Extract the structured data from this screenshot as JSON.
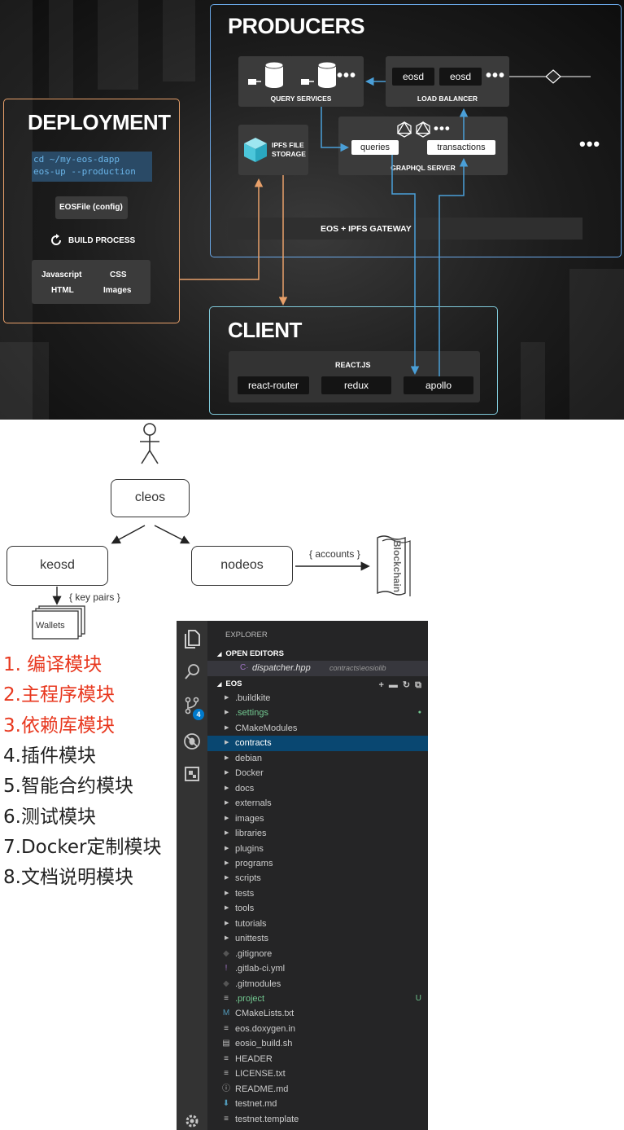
{
  "architecture": {
    "producers": {
      "title": "PRODUCERS",
      "query_services": "QUERY SERVICES",
      "eosd_1": "eosd",
      "eosd_2": "eosd",
      "load_balancer": "LOAD BALANCER",
      "ipfs_line1": "IPFS FILE",
      "ipfs_line2": "STORAGE",
      "queries": "queries",
      "transactions": "transactions",
      "graphql_server": "GRAPHQL SERVER",
      "gateway": "EOS + IPFS GATEWAY"
    },
    "deployment": {
      "title": "DEPLOYMENT",
      "cmd_line1": "cd ~/my-eos-dapp",
      "cmd_line2": "eos-up --production",
      "eosfile": "EOSFile (config)",
      "build_process": "BUILD PROCESS",
      "asset_javascript": "Javascript",
      "asset_css": "CSS",
      "asset_html": "HTML",
      "asset_images": "Images"
    },
    "client": {
      "title": "CLIENT",
      "framework": "REACT.JS",
      "lib_router": "react-router",
      "lib_redux": "redux",
      "lib_apollo": "apollo"
    },
    "colors": {
      "orange": "#e8a06a",
      "blue": "#4a9fd8",
      "cyan_border": "#7fc8d8",
      "producers_border": "#6aa8e8"
    }
  },
  "cleos_diagram": {
    "cleos": "cleos",
    "keosd": "keosd",
    "nodeos": "nodeos",
    "accounts_label": "{ accounts }",
    "key_pairs_label": "{ key pairs }",
    "wallets": "Wallets",
    "blockchain": "Blockchain"
  },
  "modules": [
    {
      "text": "1. 编译模块",
      "color": "#e8381f"
    },
    {
      "text": "2.主程序模块",
      "color": "#e8381f"
    },
    {
      "text": "3.依赖库模块",
      "color": "#e8381f"
    },
    {
      "text": "4.插件模块",
      "color": "#222222"
    },
    {
      "text": "5.智能合约模块",
      "color": "#222222"
    },
    {
      "text": "6.测试模块",
      "color": "#222222"
    },
    {
      "text": "7.Docker定制模块",
      "color": "#222222"
    },
    {
      "text": "8.文档说明模块",
      "color": "#222222"
    }
  ],
  "explorer": {
    "header": "EXPLORER",
    "open_editors": "OPEN EDITORS",
    "open_file": "dispatcher.hpp",
    "open_file_path": "contracts\\eosiolib",
    "project": "EOS",
    "scm_badge": "4",
    "items": [
      {
        "name": ".buildkite",
        "type": "folder",
        "color": "#cccccc",
        "status": ""
      },
      {
        "name": ".settings",
        "type": "folder",
        "color": "#73c991",
        "status": "●"
      },
      {
        "name": "CMakeModules",
        "type": "folder",
        "color": "#cccccc",
        "status": ""
      },
      {
        "name": "contracts",
        "type": "folder",
        "color": "#ffffff",
        "status": "",
        "selected": true
      },
      {
        "name": "debian",
        "type": "folder",
        "color": "#cccccc",
        "status": ""
      },
      {
        "name": "Docker",
        "type": "folder",
        "color": "#cccccc",
        "status": ""
      },
      {
        "name": "docs",
        "type": "folder",
        "color": "#cccccc",
        "status": ""
      },
      {
        "name": "externals",
        "type": "folder",
        "color": "#cccccc",
        "status": ""
      },
      {
        "name": "images",
        "type": "folder",
        "color": "#cccccc",
        "status": ""
      },
      {
        "name": "libraries",
        "type": "folder",
        "color": "#cccccc",
        "status": ""
      },
      {
        "name": "plugins",
        "type": "folder",
        "color": "#cccccc",
        "status": ""
      },
      {
        "name": "programs",
        "type": "folder",
        "color": "#cccccc",
        "status": ""
      },
      {
        "name": "scripts",
        "type": "folder",
        "color": "#cccccc",
        "status": ""
      },
      {
        "name": "tests",
        "type": "folder",
        "color": "#cccccc",
        "status": ""
      },
      {
        "name": "tools",
        "type": "folder",
        "color": "#cccccc",
        "status": ""
      },
      {
        "name": "tutorials",
        "type": "folder",
        "color": "#cccccc",
        "status": ""
      },
      {
        "name": "unittests",
        "type": "folder",
        "color": "#cccccc",
        "status": ""
      },
      {
        "name": ".gitignore",
        "type": "git-file",
        "color": "#cccccc",
        "status": ""
      },
      {
        "name": ".gitlab-ci.yml",
        "type": "yaml-file",
        "color": "#cccccc",
        "status": ""
      },
      {
        "name": ".gitmodules",
        "type": "git-file",
        "color": "#cccccc",
        "status": ""
      },
      {
        "name": ".project",
        "type": "text-file",
        "color": "#73c991",
        "status": "U"
      },
      {
        "name": "CMakeLists.txt",
        "type": "markdown-file",
        "color": "#cccccc",
        "status": ""
      },
      {
        "name": "eos.doxygen.in",
        "type": "text-file",
        "color": "#cccccc",
        "status": ""
      },
      {
        "name": "eosio_build.sh",
        "type": "shell-file",
        "color": "#cccccc",
        "status": ""
      },
      {
        "name": "HEADER",
        "type": "text-file",
        "color": "#cccccc",
        "status": ""
      },
      {
        "name": "LICENSE.txt",
        "type": "text-file",
        "color": "#cccccc",
        "status": ""
      },
      {
        "name": "README.md",
        "type": "info-file",
        "color": "#cccccc",
        "status": ""
      },
      {
        "name": "testnet.md",
        "type": "download-file",
        "color": "#cccccc",
        "status": ""
      },
      {
        "name": "testnet.template",
        "type": "text-file",
        "color": "#cccccc",
        "status": ""
      }
    ]
  }
}
